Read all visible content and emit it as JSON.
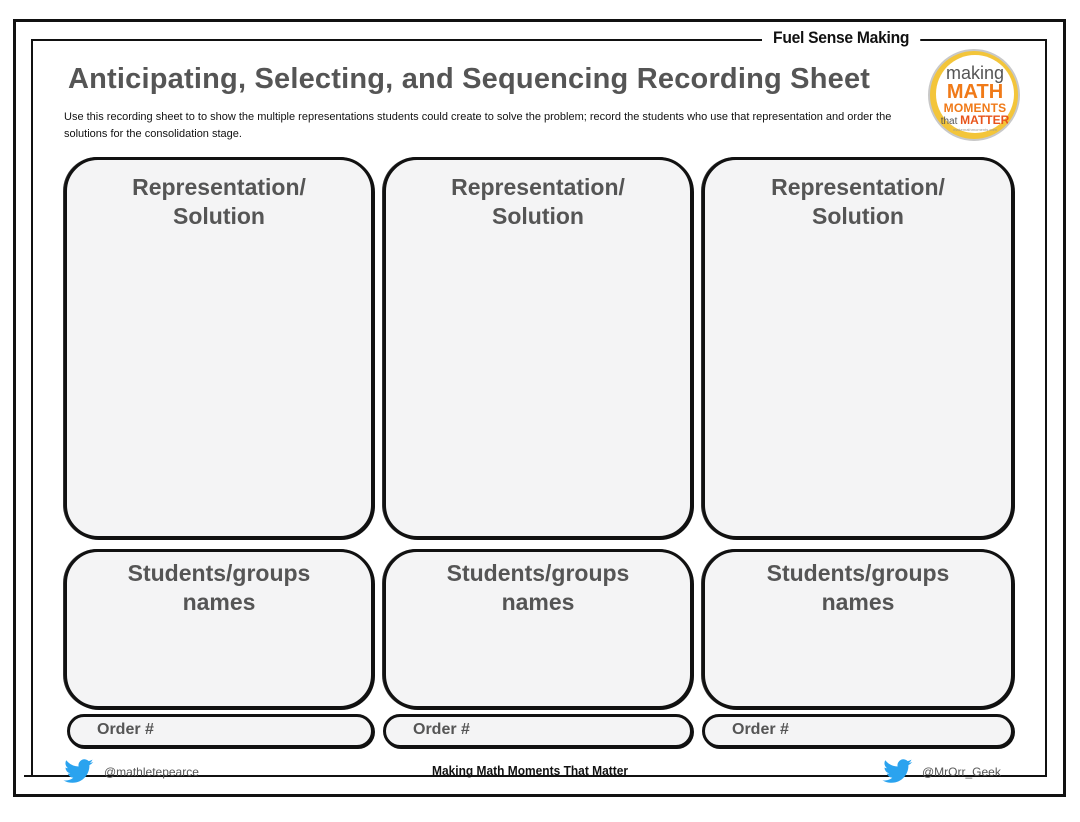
{
  "header": {
    "tag": "Fuel Sense Making"
  },
  "title": "Anticipating, Selecting, and Sequencing Recording Sheet",
  "instructions": "Use this recording sheet to to show the multiple representations students could create to solve the problem; record the students who use that representation and order the solutions for the consolidation stage.",
  "logo": {
    "making": "making",
    "math": "MATH",
    "moments": "MOMENTS",
    "that": "that",
    "matter": "MATTER",
    "url": "makemathmoments.com",
    "ring_color": "#f3c53a",
    "accent_color": "#f07a18"
  },
  "columns": [
    {
      "representation_line1": "Representation/",
      "representation_line2": "Solution",
      "students_line1": "Students/groups",
      "students_line2": "names",
      "order_label": "Order #"
    },
    {
      "representation_line1": "Representation/",
      "representation_line2": "Solution",
      "students_line1": "Students/groups",
      "students_line2": "names",
      "order_label": "Order #"
    },
    {
      "representation_line1": "Representation/",
      "representation_line2": "Solution",
      "students_line1": "Students/groups",
      "students_line2": "names",
      "order_label": "Order #"
    }
  ],
  "footer": {
    "left_handle": "@mathletepearce",
    "center_text": "Making Math Moments That Matter",
    "right_handle": "@MrOrr_Geek",
    "twitter_color": "#2aa3ef"
  }
}
